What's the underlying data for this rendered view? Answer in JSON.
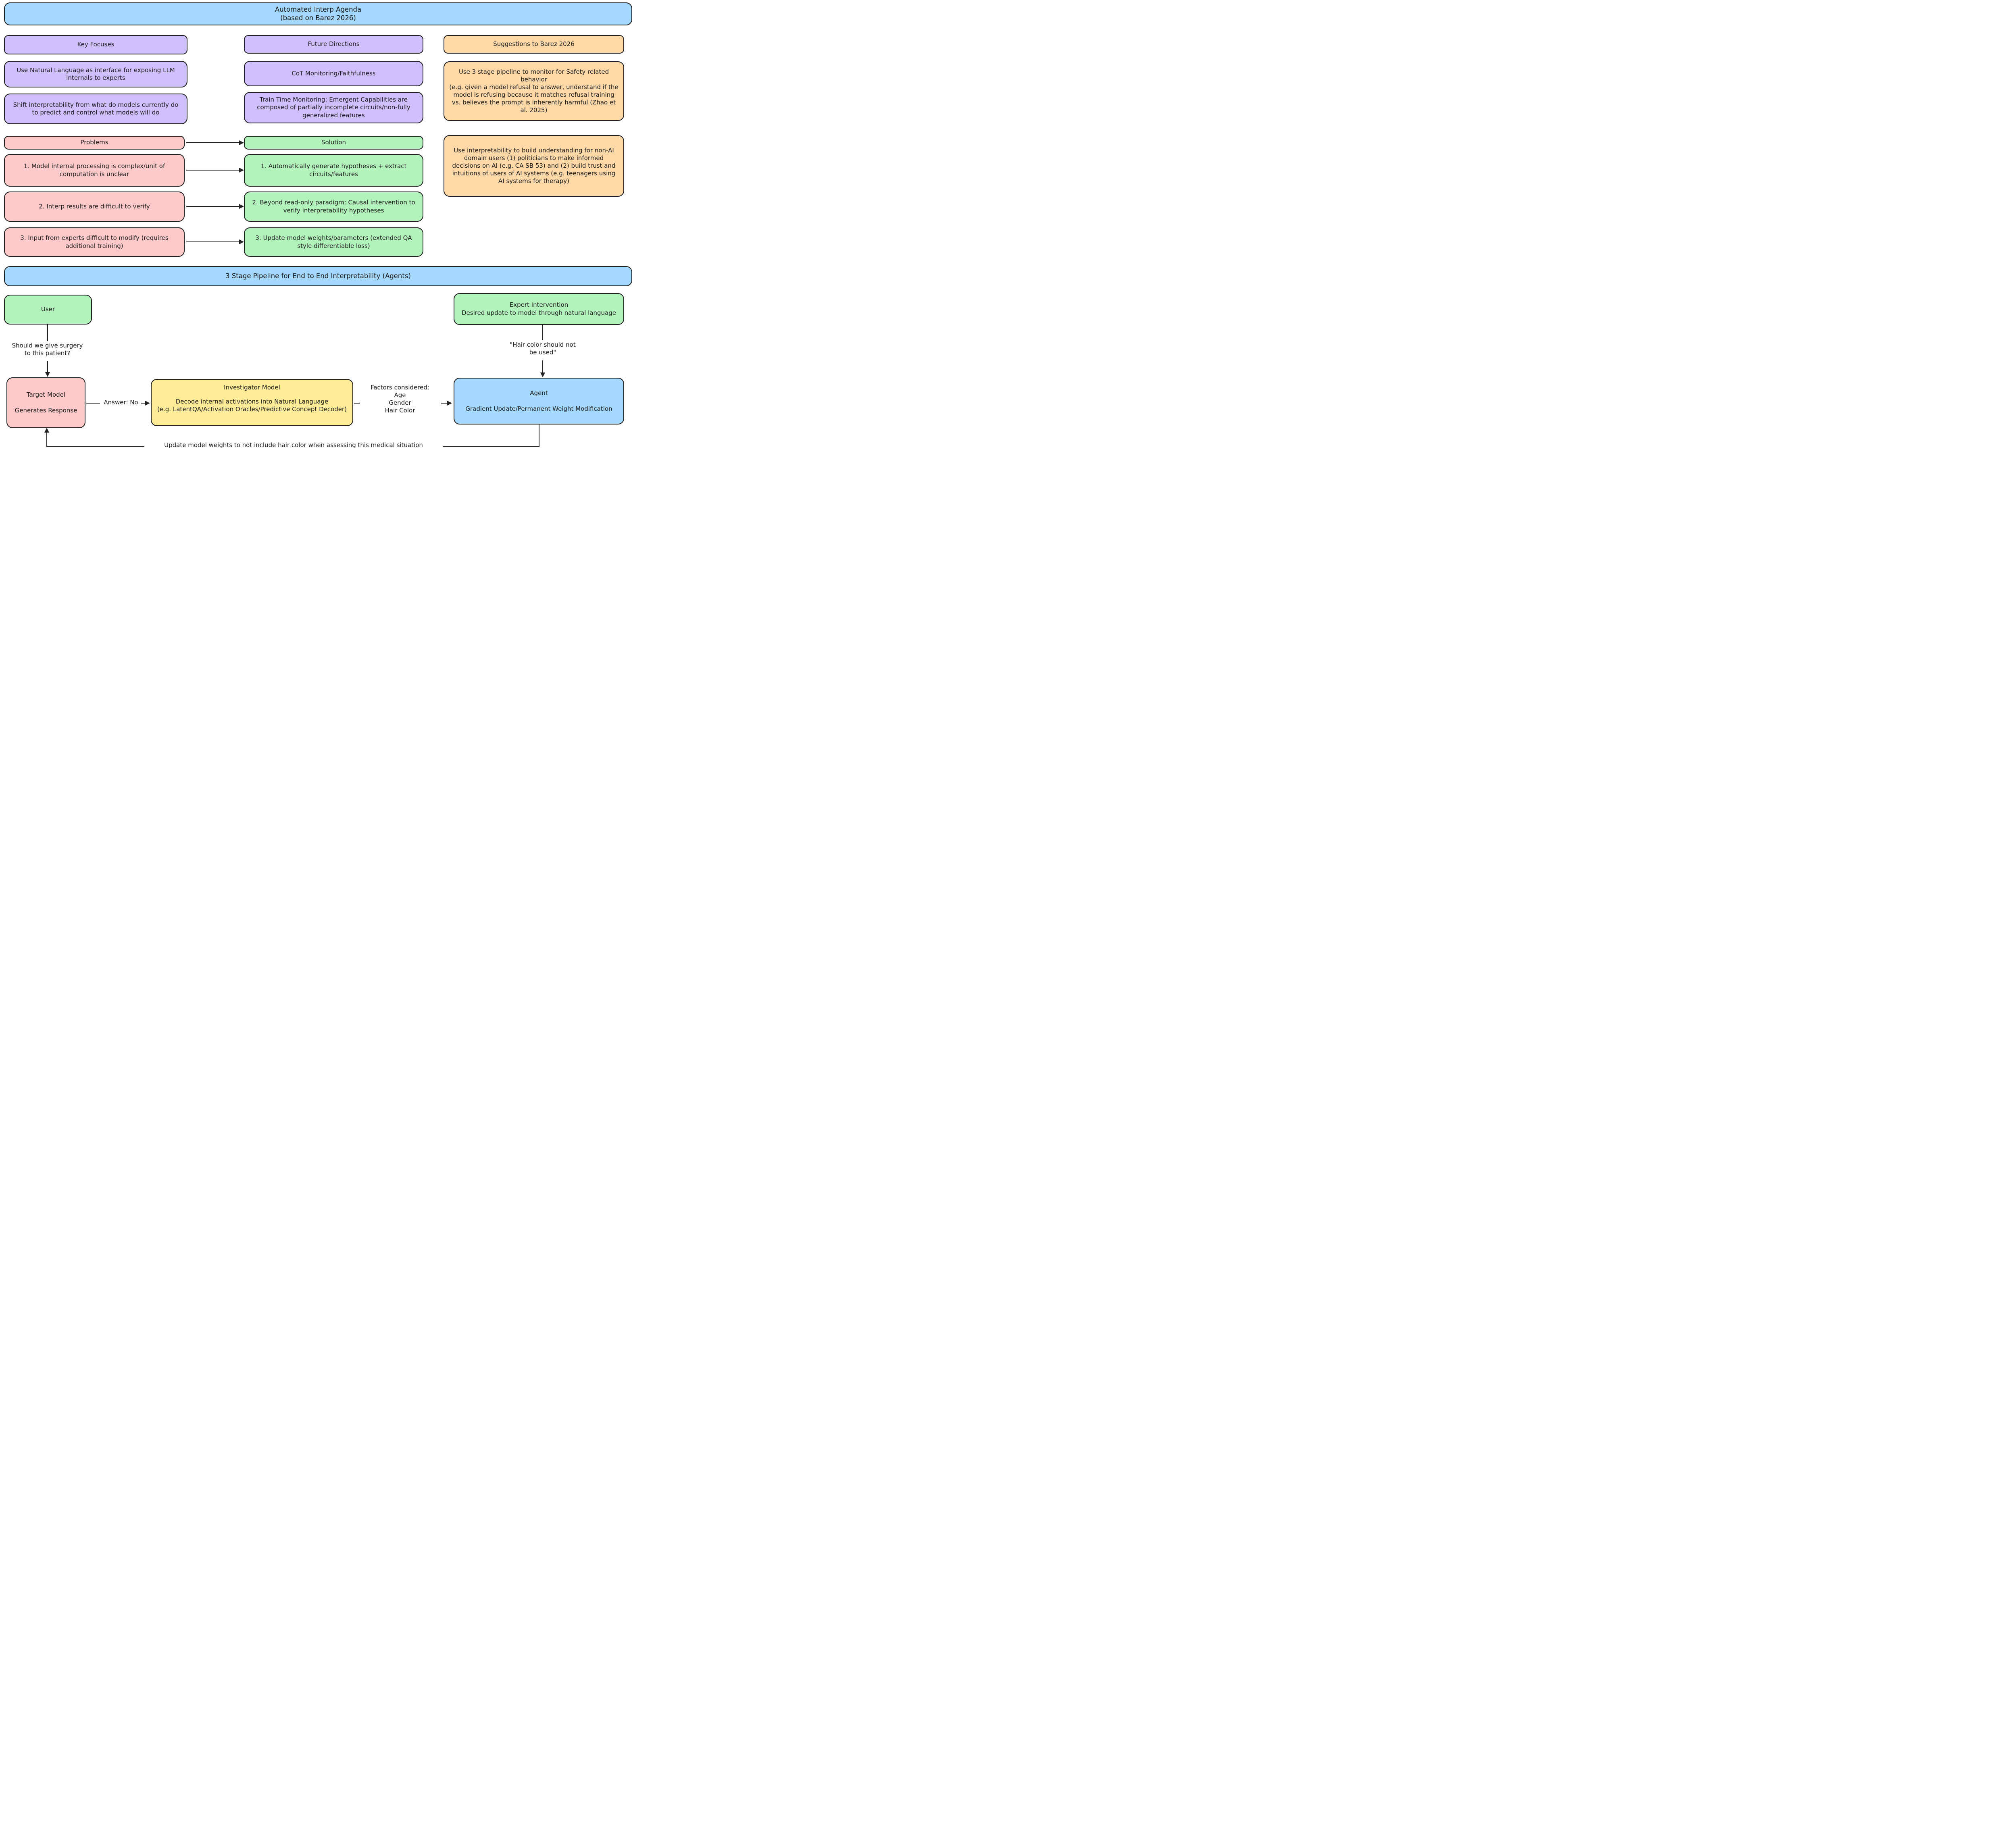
{
  "palette": {
    "blue": "#a5d8ff",
    "purple": "#d0bfff",
    "pink": "#ffc9c9",
    "green": "#b2f2bb",
    "orange": "#ffd8a8",
    "yellow": "#ffec99",
    "stroke": "#1e1e1e",
    "background": "#ffffff"
  },
  "top_banner": {
    "text": "Automated Interp Agenda\n(based on Barez 2026)"
  },
  "columns": {
    "key_focuses": {
      "header": "Key Focuses",
      "items": [
        "Use Natural Language as interface for exposing LLM internals to experts",
        "Shift interpretability from what do models currently do to predict and control what models will do"
      ]
    },
    "future_directions": {
      "header": "Future Directions",
      "items": [
        "CoT Monitoring/Faithfulness",
        "Train Time Monitoring: Emergent Capabilities are composed of partially incomplete circuits/non-fully generalized features"
      ]
    },
    "suggestions": {
      "header": "Suggestions to Barez 2026",
      "items": [
        "Use 3 stage pipeline to monitor for Safety related behavior\n(e.g. given a model refusal to answer, understand if the model is refusing because it matches refusal training vs. believes the prompt is inherently harmful (Zhao et al. 2025)",
        "Use interpretability to build understanding for non-AI domain users (1) politicians to make informed decisions on AI (e.g. CA SB 53) and (2) build trust and intuitions of users of AI systems (e.g. teenagers using AI systems for therapy)"
      ]
    }
  },
  "problems": {
    "header": "Problems",
    "items": [
      "1. Model internal processing is complex/unit of computation is unclear",
      "2. Interp results are difficult to verify",
      "3. Input from experts difficult to modify (requires additional training)"
    ]
  },
  "solution": {
    "header": "Solution",
    "items": [
      "1. Automatically generate hypotheses + extract circuits/features",
      "2. Beyond read-only paradigm: Causal intervention to verify interpretability hypotheses",
      "3. Update model weights/parameters (extended QA style differentiable loss)"
    ]
  },
  "pipeline_banner": {
    "text": "3 Stage Pipeline for End to End Interpretability (Agents)"
  },
  "pipeline": {
    "user_box": "User",
    "user_query": "Should we give surgery\nto this patient?",
    "expert_box": "Expert Intervention\nDesired update to model through natural language",
    "expert_note": "\"Hair color should not\nbe used\"",
    "target": {
      "title": "Target Model",
      "subtitle": "Generates Response"
    },
    "answer_label": "Answer: No",
    "investigator": {
      "title": "Investigator Model",
      "body": "Decode internal activations into Natural Language\n(e.g. LatentQA/Activation Oracles/Predictive Concept Decoder)"
    },
    "factors_label": "Factors considered:\nAge\nGender\nHair Color",
    "agent": {
      "title": "Agent",
      "subtitle": "Gradient Update/Permanent Weight Modification"
    },
    "feedback_label": "Update model weights to not include hair color when assessing this medical situation"
  }
}
